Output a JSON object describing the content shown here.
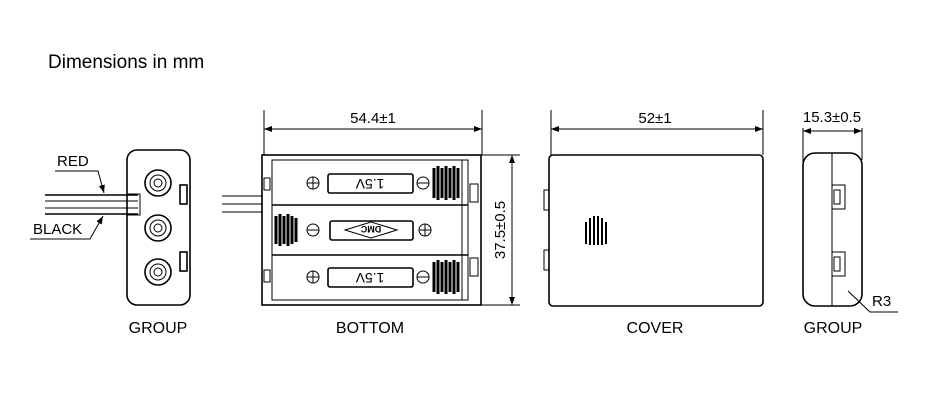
{
  "title": "Dimensions in mm",
  "views": {
    "group_left": {
      "label": "GROUP",
      "wire_red": "RED",
      "wire_black": "BLACK"
    },
    "bottom": {
      "label": "BOTTOM",
      "width_dim": "54.4±1",
      "height_dim": "37.5±0.5",
      "battery_label": "1.5V",
      "battery_label_2": "1.5V",
      "middle_battery_logo": "DMC"
    },
    "cover": {
      "label": "COVER",
      "width_dim": "52±1"
    },
    "group_right": {
      "label": "GROUP",
      "depth_dim": "15.3±0.5",
      "radius": "R3"
    }
  }
}
